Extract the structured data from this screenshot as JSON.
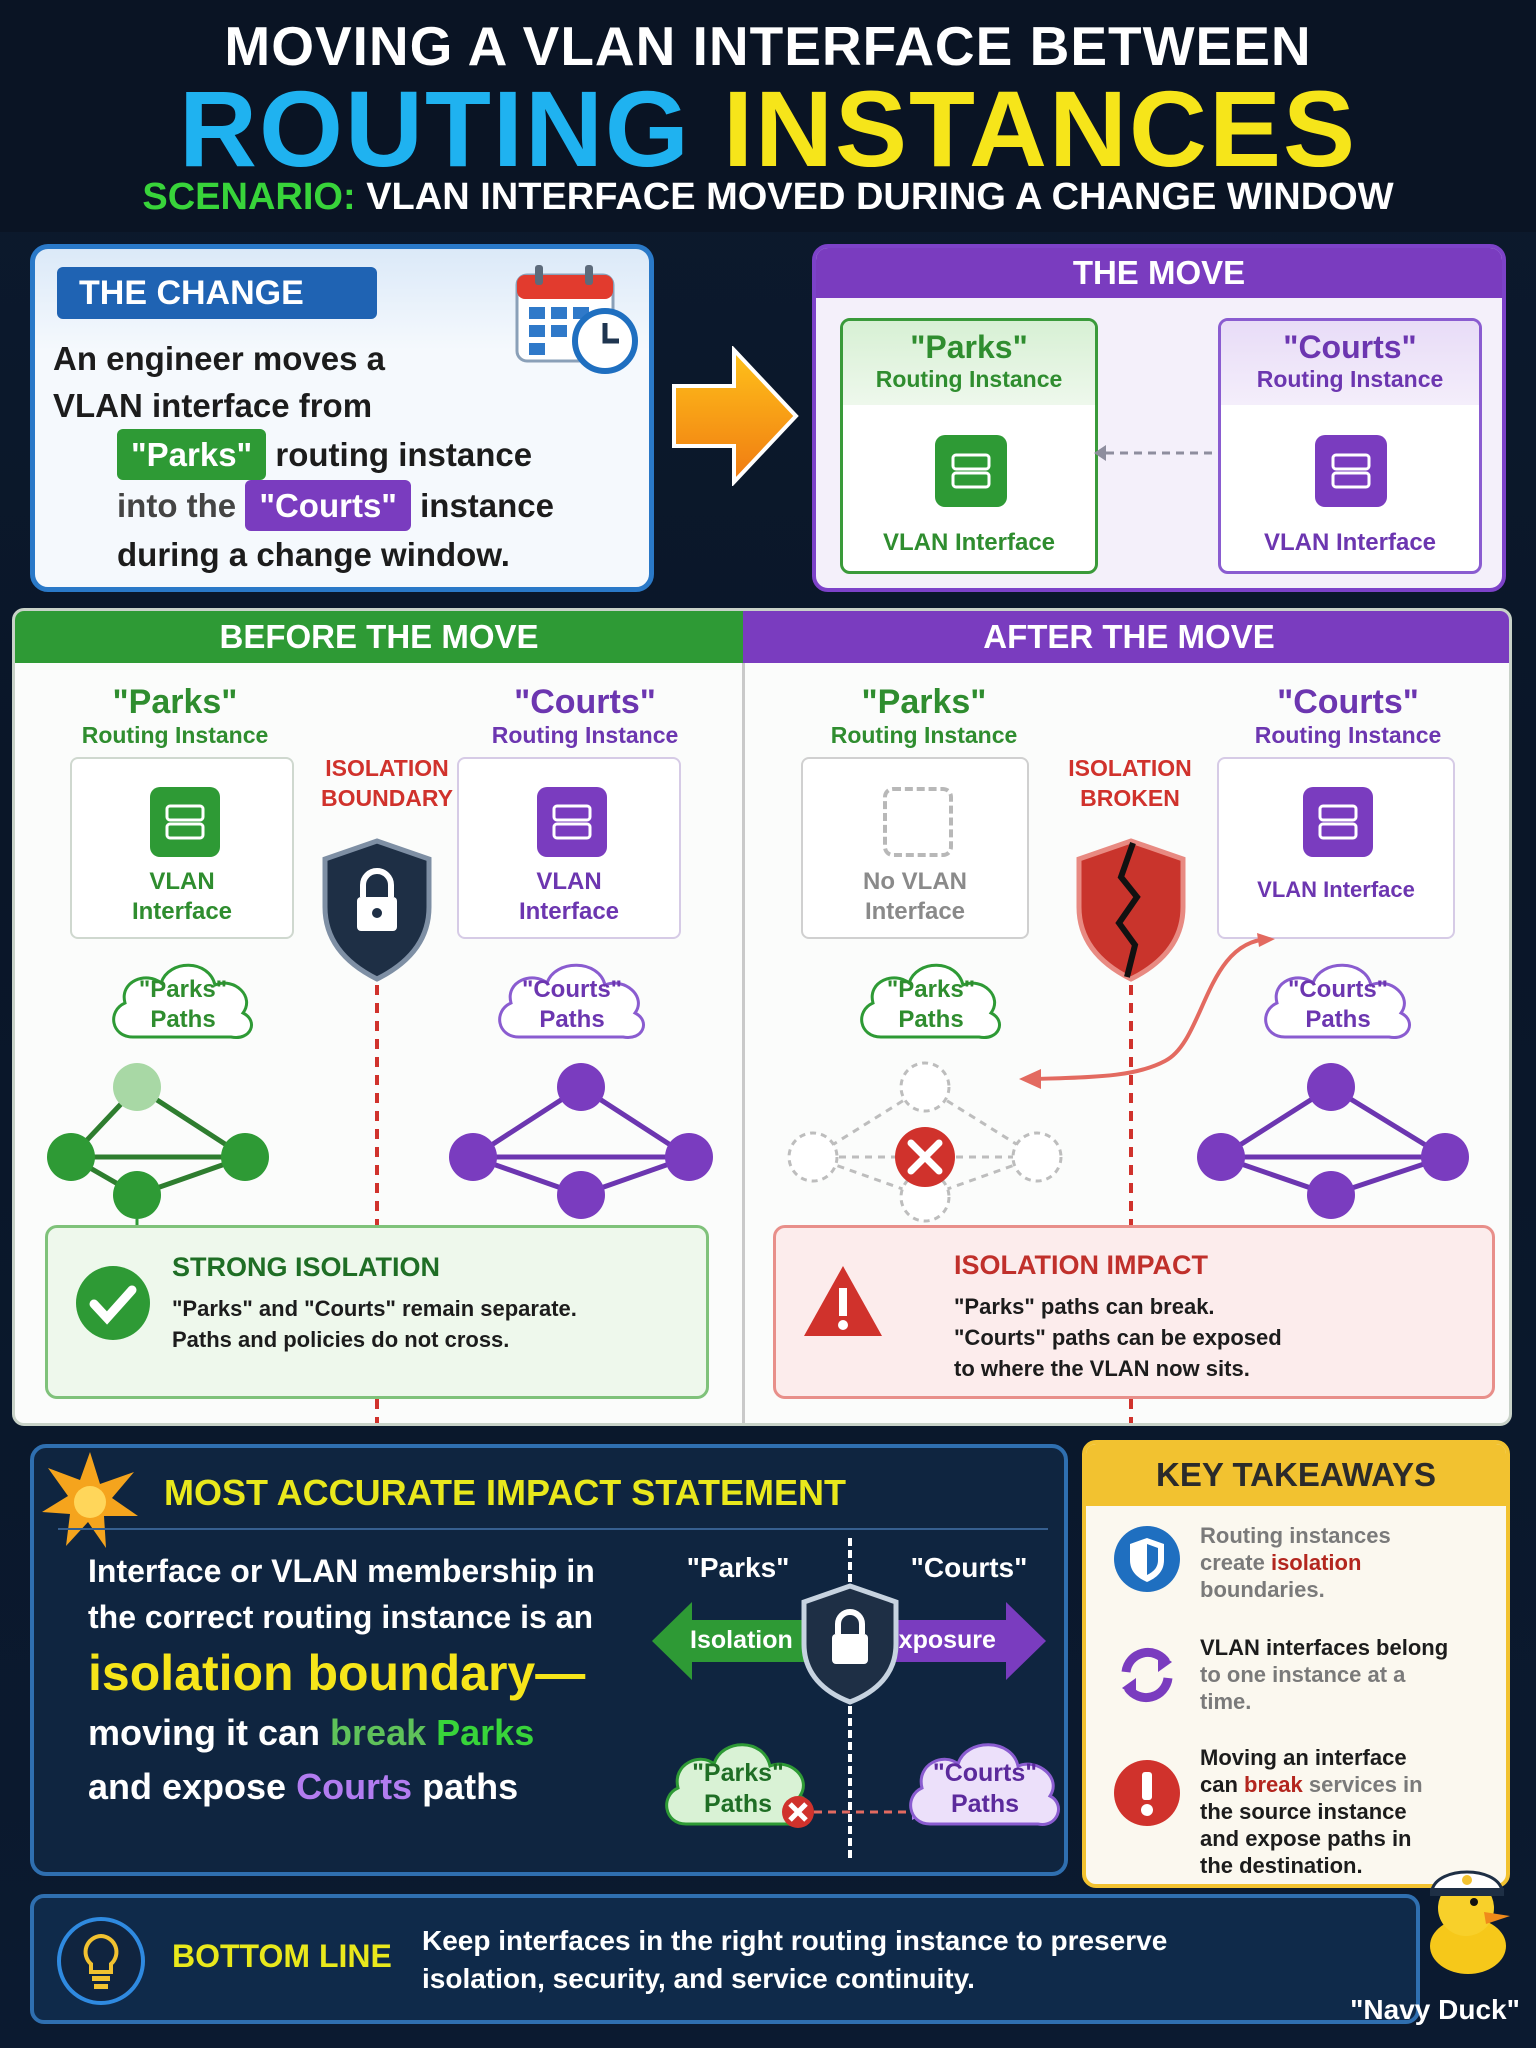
{
  "header": {
    "line1": "MOVING A VLAN INTERFACE BETWEEN",
    "line2a": "ROUTING",
    "line2b": "INSTANCES",
    "scenario_label": "SCENARIO:",
    "scenario_text": "VLAN INTERFACE MOVED DURING A CHANGE WINDOW"
  },
  "change": {
    "title": "THE CHANGE",
    "l1": "An engineer moves a",
    "l2": "VLAN interface from",
    "parks": "\"Parks\"",
    "l3": "routing instance",
    "l4a": "into the",
    "courts": "\"Courts\"",
    "l4b": "instance",
    "l5": "during a change window."
  },
  "move": {
    "title": "THE MOVE",
    "parks_name": "\"Parks\"",
    "parks_sub": "Routing Instance",
    "courts_name": "\"Courts\"",
    "courts_sub": "Routing Instance",
    "vlan_left": "VLAN Interface",
    "vlan_right": "VLAN Interface"
  },
  "before": {
    "title": "BEFORE THE MOVE",
    "parks_name": "\"Parks\"",
    "parks_sub": "Routing Instance",
    "courts_name": "\"Courts\"",
    "courts_sub": "Routing Instance",
    "boundary1": "ISOLATION",
    "boundary2": "BOUNDARY",
    "vlan1": "VLAN",
    "vlan2": "Interface",
    "cvlan1": "VLAN",
    "cvlan2": "Interface",
    "ppaths1": "\"Parks\"",
    "ppaths2": "Paths",
    "cpaths1": "\"Courts\"",
    "cpaths2": "Paths",
    "result_title": "STRONG ISOLATION",
    "result_l1": "\"Parks\" and \"Courts\" remain separate.",
    "result_l2": "Paths and policies do not cross."
  },
  "after": {
    "title": "AFTER THE MOVE",
    "parks_name": "\"Parks\"",
    "parks_sub": "Routing Instance",
    "courts_name": "\"Courts\"",
    "courts_sub": "Routing Instance",
    "broken1": "ISOLATION",
    "broken2": "BROKEN",
    "novlan1": "No VLAN",
    "novlan2": "Interface",
    "cvlan": "VLAN Interface",
    "ppaths1": "\"Parks\"",
    "ppaths2": "Paths",
    "cpaths1": "\"Courts\"",
    "cpaths2": "Paths",
    "result_title": "ISOLATION IMPACT",
    "result_l1": "\"Parks\" paths can break.",
    "result_l2": "\"Courts\" paths can be exposed",
    "result_l3": "to where the VLAN now sits."
  },
  "impact": {
    "title": "MOST ACCURATE IMPACT STATEMENT",
    "l1": "Interface or VLAN membership in",
    "l2": "the correct routing instance is an",
    "l3": "isolation boundary—",
    "l4a": "moving it can ",
    "l4b": "break",
    "l4c": "Parks",
    "l5a": "and expose ",
    "l5b": "Courts",
    "l5c": " paths",
    "parks": "\"Parks\"",
    "courts": "\"Courts\"",
    "arrow_left": "Isolation",
    "arrow_right": "Exposure",
    "pp1": "\"Parks\"",
    "pp2": "Paths",
    "cp1": "\"Courts\"",
    "cp2": "Paths"
  },
  "takeaways": {
    "title": "KEY TAKEAWAYS",
    "t1a": "Routing instances",
    "t1b": "create ",
    "t1c": "isolation",
    "t1d": "boundaries.",
    "t2a": "VLAN interfaces belong",
    "t2b": "to one instance at a",
    "t2c": "time.",
    "t3a": "Moving an interface",
    "t3b": "can ",
    "t3c": "break",
    "t3d": " services in",
    "t3e": "the source instance",
    "t3f": "and expose paths in",
    "t3g": "the destination."
  },
  "bottom": {
    "label": "BOTTOM LINE",
    "l1": "Keep interfaces in the right routing instance to preserve",
    "l2": "isolation, security, and service continuity.",
    "mascot": "\"Navy Duck\""
  }
}
